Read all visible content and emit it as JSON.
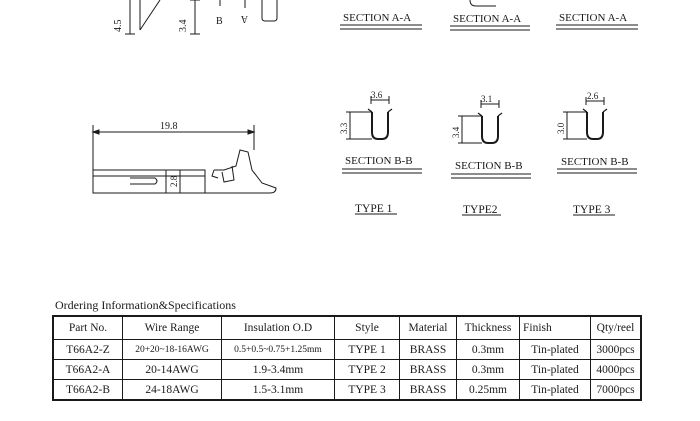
{
  "drawing": {
    "top_dims": [
      "4.5",
      "3.4",
      "B",
      "A"
    ],
    "section_aa": [
      "SECTION A-A",
      "SECTION A-A",
      "SECTION A-A"
    ],
    "section_bb": [
      "SECTION B-B",
      "SECTION B-B",
      "SECTION B-B"
    ],
    "type_labels": [
      "TYPE 1",
      "TYPE2",
      "TYPE 3"
    ],
    "profile_dims": [
      {
        "width": "3.6",
        "height": "3.3"
      },
      {
        "width": "3.1",
        "height": "3.4"
      },
      {
        "width": "2.6",
        "height": "3.0"
      }
    ],
    "terminal_length": "19.8",
    "terminal_height": "2.8"
  },
  "ordering": {
    "title": "Ordering Information&Specifications",
    "headers": [
      "Part No.",
      "Wire Range",
      "Insulation O.D",
      "Style",
      "Material",
      "Thickness",
      "Finish",
      "Qty/reel"
    ],
    "rows": [
      [
        "T66A2-Z",
        "20+20~18-16AWG",
        "0.5+0.5~0.75+1.25mm",
        "TYPE 1",
        "BRASS",
        "0.3mm",
        "Tin-plated",
        "3000pcs"
      ],
      [
        "T66A2-A",
        "20-14AWG",
        "1.9-3.4mm",
        "TYPE 2",
        "BRASS",
        "0.3mm",
        "Tin-plated",
        "4000pcs"
      ],
      [
        "T66A2-B",
        "24-18AWG",
        "1.5-3.1mm",
        "TYPE 3",
        "BRASS",
        "0.25mm",
        "Tin-plated",
        "7000pcs"
      ]
    ]
  }
}
